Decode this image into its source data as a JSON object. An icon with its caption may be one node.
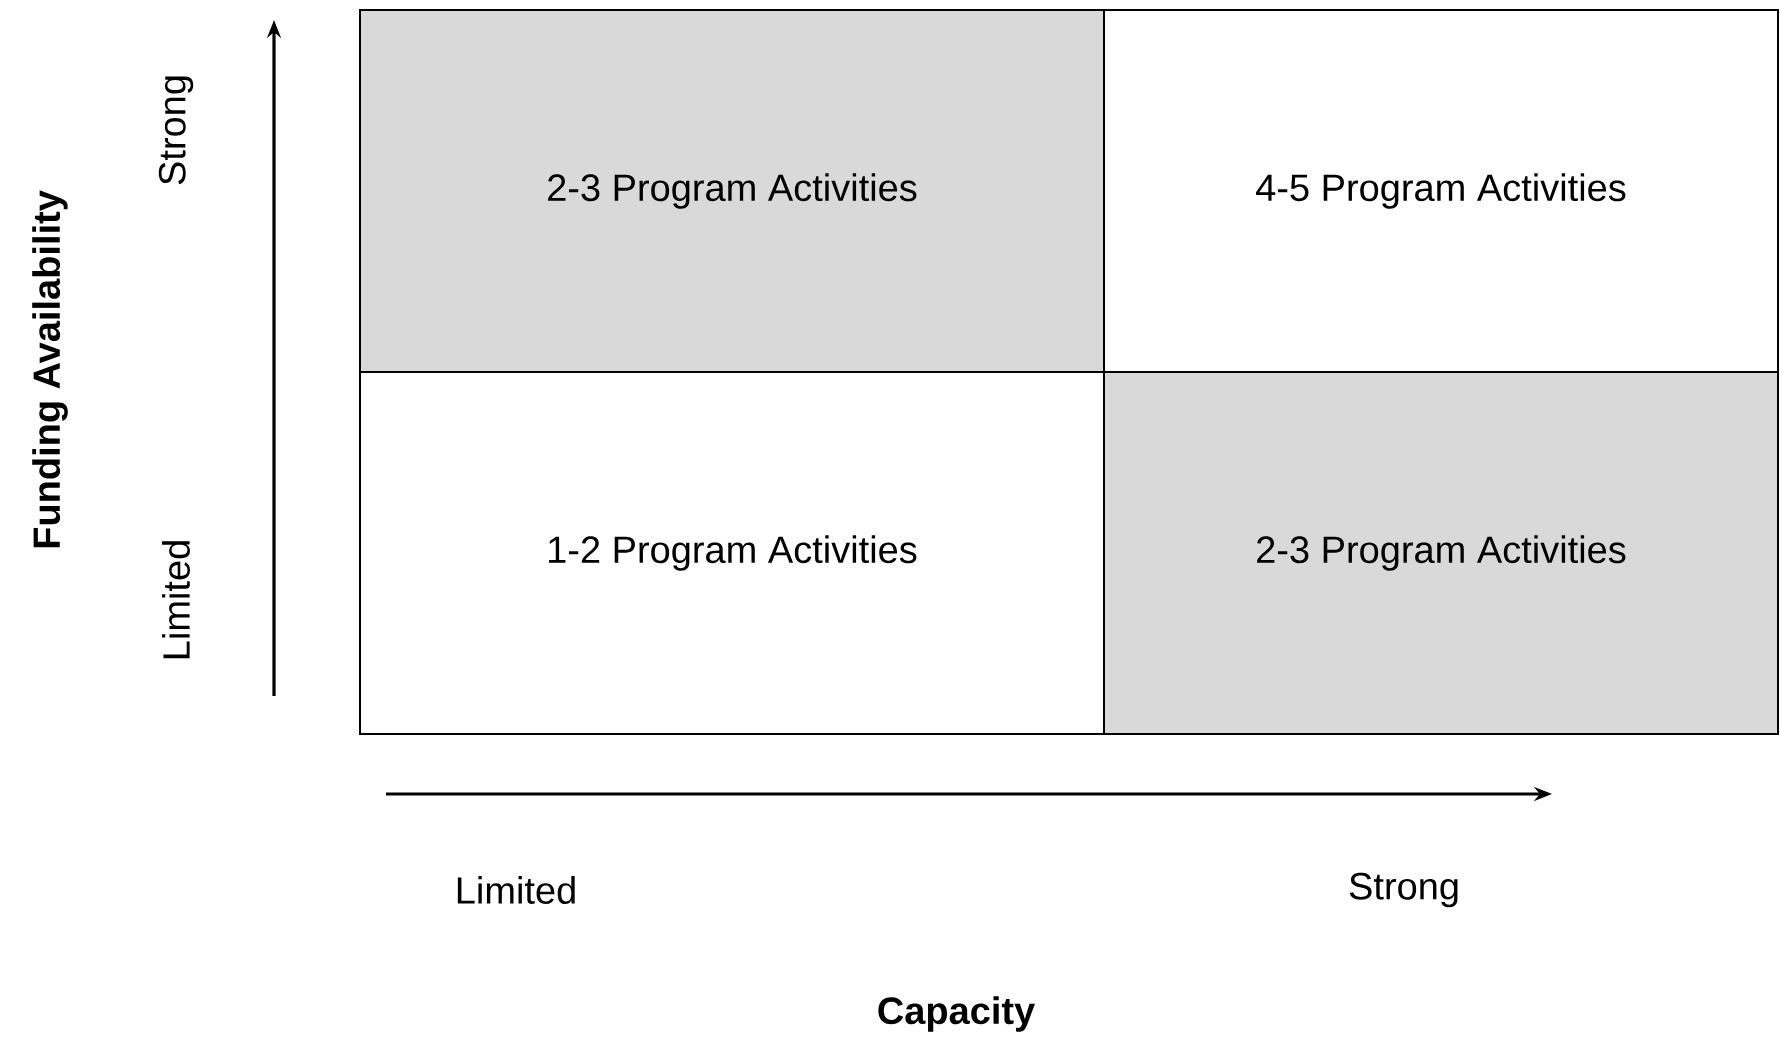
{
  "diagram": {
    "nodes": [
      {
        "text": [
          "2-3 Program Activities"
        ]
      },
      {
        "text": [
          "4-5 Program Activities"
        ]
      },
      {
        "text": [
          "1-2 Program Activities"
        ]
      },
      {
        "text": [
          "2-3 Program Activities"
        ]
      }
    ],
    "labels": [
      "Strong",
      "Funding Availability",
      "Limited",
      "Limited",
      "Strong",
      "Capacity"
    ]
  }
}
